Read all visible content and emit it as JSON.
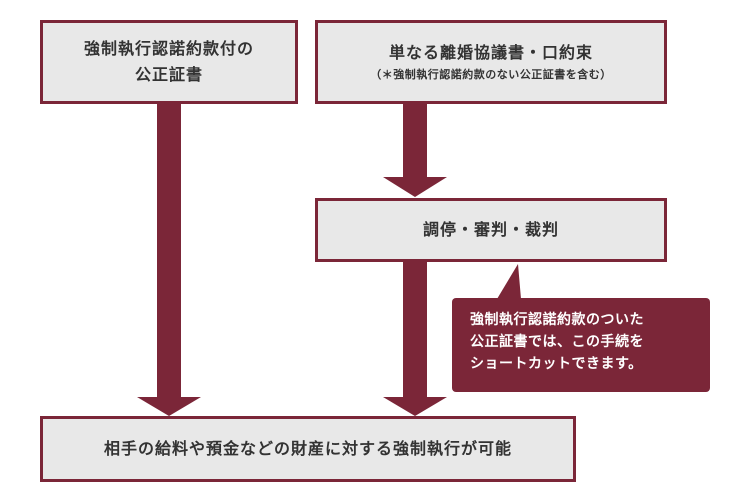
{
  "boxes": {
    "notarized_deed": {
      "line1": "強制執行認諾約款付の",
      "line2": "公正証書"
    },
    "simple_agreement": {
      "title": "単なる離婚協議書・口約束",
      "note": "（＊強制執行認諾約款のない公正証書を含む）"
    },
    "court_procedure": {
      "title": "調停・審判・裁判"
    },
    "enforcement": {
      "title": "相手の給料や預金などの財産に対する強制執行が可能"
    }
  },
  "callout": {
    "line1": "強制執行認諾約款のついた",
    "line2": "公正証書では、この手続を",
    "line3": "ショートカットできます。"
  },
  "colors": {
    "accent": "#7b2638",
    "box_fill": "#e8e8e8",
    "text": "#333333"
  }
}
